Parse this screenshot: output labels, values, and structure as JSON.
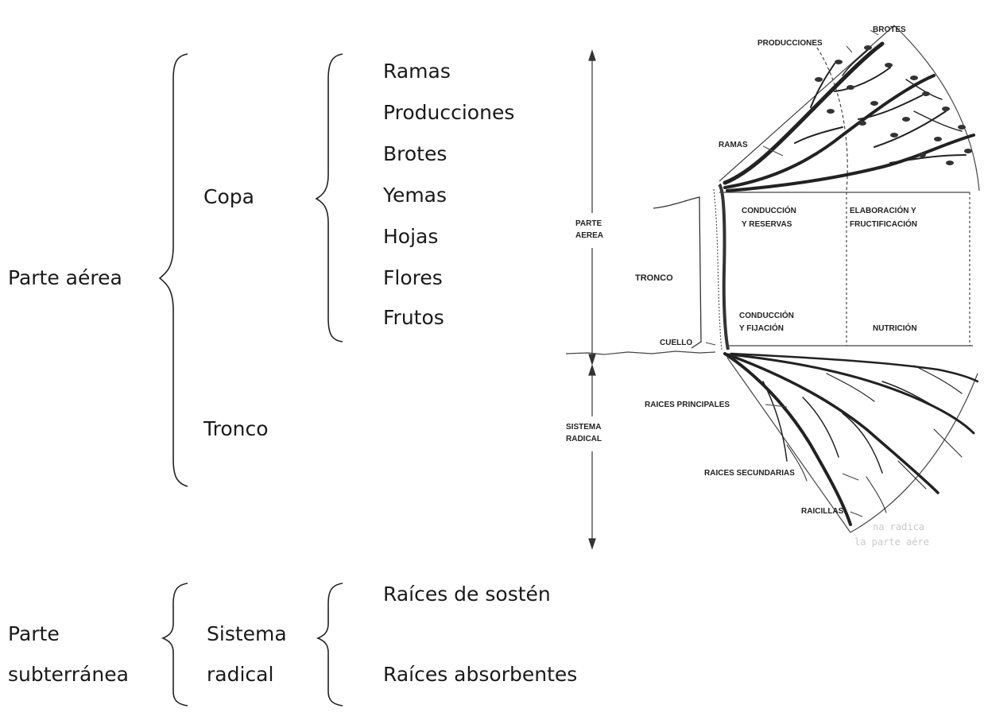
{
  "outline": {
    "parte_aerea": "Parte aérea",
    "copa": "Copa",
    "copa_items": [
      "Ramas",
      "Producciones",
      "Brotes",
      "Yemas",
      "Hojas",
      "Flores",
      "Frutos"
    ],
    "tronco": "Tronco",
    "parte_subterranea": [
      "Parte",
      "subterránea"
    ],
    "sistema_radical": [
      "Sistema",
      "radical"
    ],
    "raices": [
      "Raíces de sostén",
      "Raíces absorbentes"
    ]
  },
  "diagram": {
    "labels": {
      "brotes": "BROTES",
      "producciones": "PRODUCCIONES",
      "ramas": "RAMAS",
      "parte_aerea": [
        "PARTE",
        "AEREA"
      ],
      "tronco": "TRONCO",
      "cuello": "CUELLO",
      "sistema_radical": [
        "SISTEMA",
        "RADICAL"
      ],
      "raices_principales": "RAICES PRINCIPALES",
      "raices_secundarias": "RAICES SECUNDARIAS",
      "raicillas": "RAICILLAS",
      "conduccion_reservas": [
        "CONDUCCIÓN",
        "Y RESERVAS"
      ],
      "elaboracion": [
        "ELABORACIÓN Y",
        "FRUCTIFICACIÓN"
      ],
      "conduccion_fijacion": [
        "CONDUCCIÓN",
        "Y FIJACIÓN"
      ],
      "nutricion": "NUTRICIÓN"
    },
    "faded_text": [
      "na radica",
      "la parte aére"
    ]
  }
}
